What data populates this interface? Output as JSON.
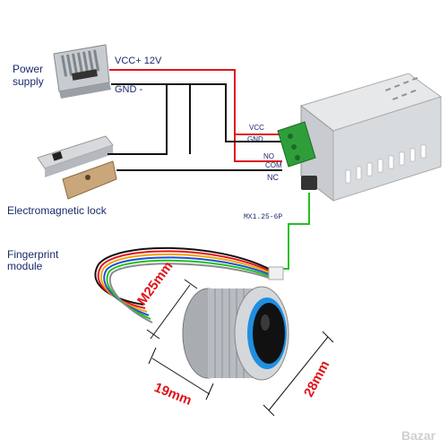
{
  "labels": {
    "power_supply": "Power\nsupply",
    "electromagnetic_lock": "Electromagnetic lock",
    "fingerprint_module": "Fingerprint\nmodule"
  },
  "wires": {
    "vcc": "VCC+ 12V",
    "gnd": "GND -",
    "connector": "MX1.25-6P"
  },
  "terminals": [
    "VCC",
    "GND",
    "NO",
    "COM",
    "NC"
  ],
  "dimensions": {
    "diameter": "M25mm",
    "length": "19mm",
    "width": "28mm"
  },
  "watermark": "Bazar",
  "colors": {
    "label_text": "#1b2a6b",
    "vcc_wire": "#e0141b",
    "black_wire": "#111111",
    "green_wire": "#22c022",
    "dimension": "#e0141b"
  }
}
